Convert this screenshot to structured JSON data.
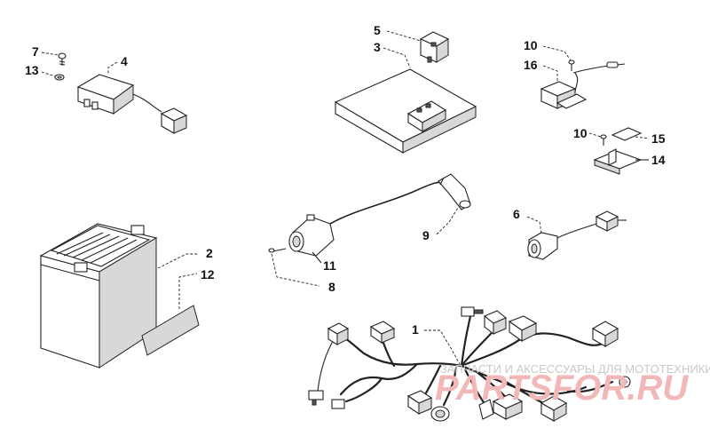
{
  "callouts": {
    "c1": "1",
    "c2": "2",
    "c3": "3",
    "c4": "4",
    "c5": "5",
    "c6": "6",
    "c7": "7",
    "c8": "8",
    "c9": "9",
    "c10a": "10",
    "c10b": "10",
    "c11": "11",
    "c12": "12",
    "c13": "13",
    "c14": "14",
    "c15": "15",
    "c16": "16"
  },
  "watermark": {
    "line1": "ЗАПЧАСТИ И АКСЕССУАРЫ ДЛЯ МОТОТЕХНИКИ",
    "line2": "PARTSFOR.RU"
  }
}
